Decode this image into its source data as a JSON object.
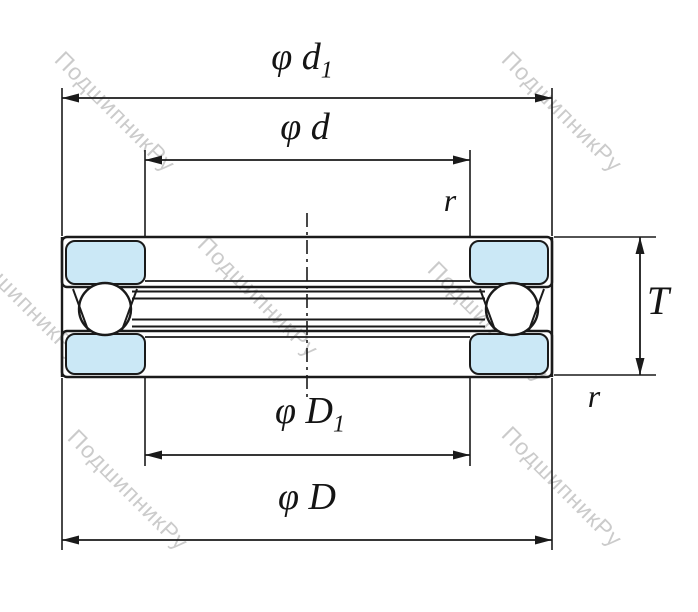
{
  "diagram": {
    "title": "thrust-ball-bearing-dimensions",
    "labels": {
      "d1": {
        "prefix": "φ d",
        "sub": "1"
      },
      "d": {
        "text": "φ d"
      },
      "r_top": {
        "text": "r"
      },
      "T": {
        "text": "T"
      },
      "r_side": {
        "text": "r"
      },
      "D1": {
        "prefix": "φ D",
        "sub": "1"
      },
      "D": {
        "text": "φ D"
      }
    },
    "watermark": {
      "text": "ПодшипникРу"
    },
    "colors": {
      "line": "#1a1a1a",
      "section_fill": "#cbe8f6",
      "watermark": "#c2c2c2"
    }
  }
}
